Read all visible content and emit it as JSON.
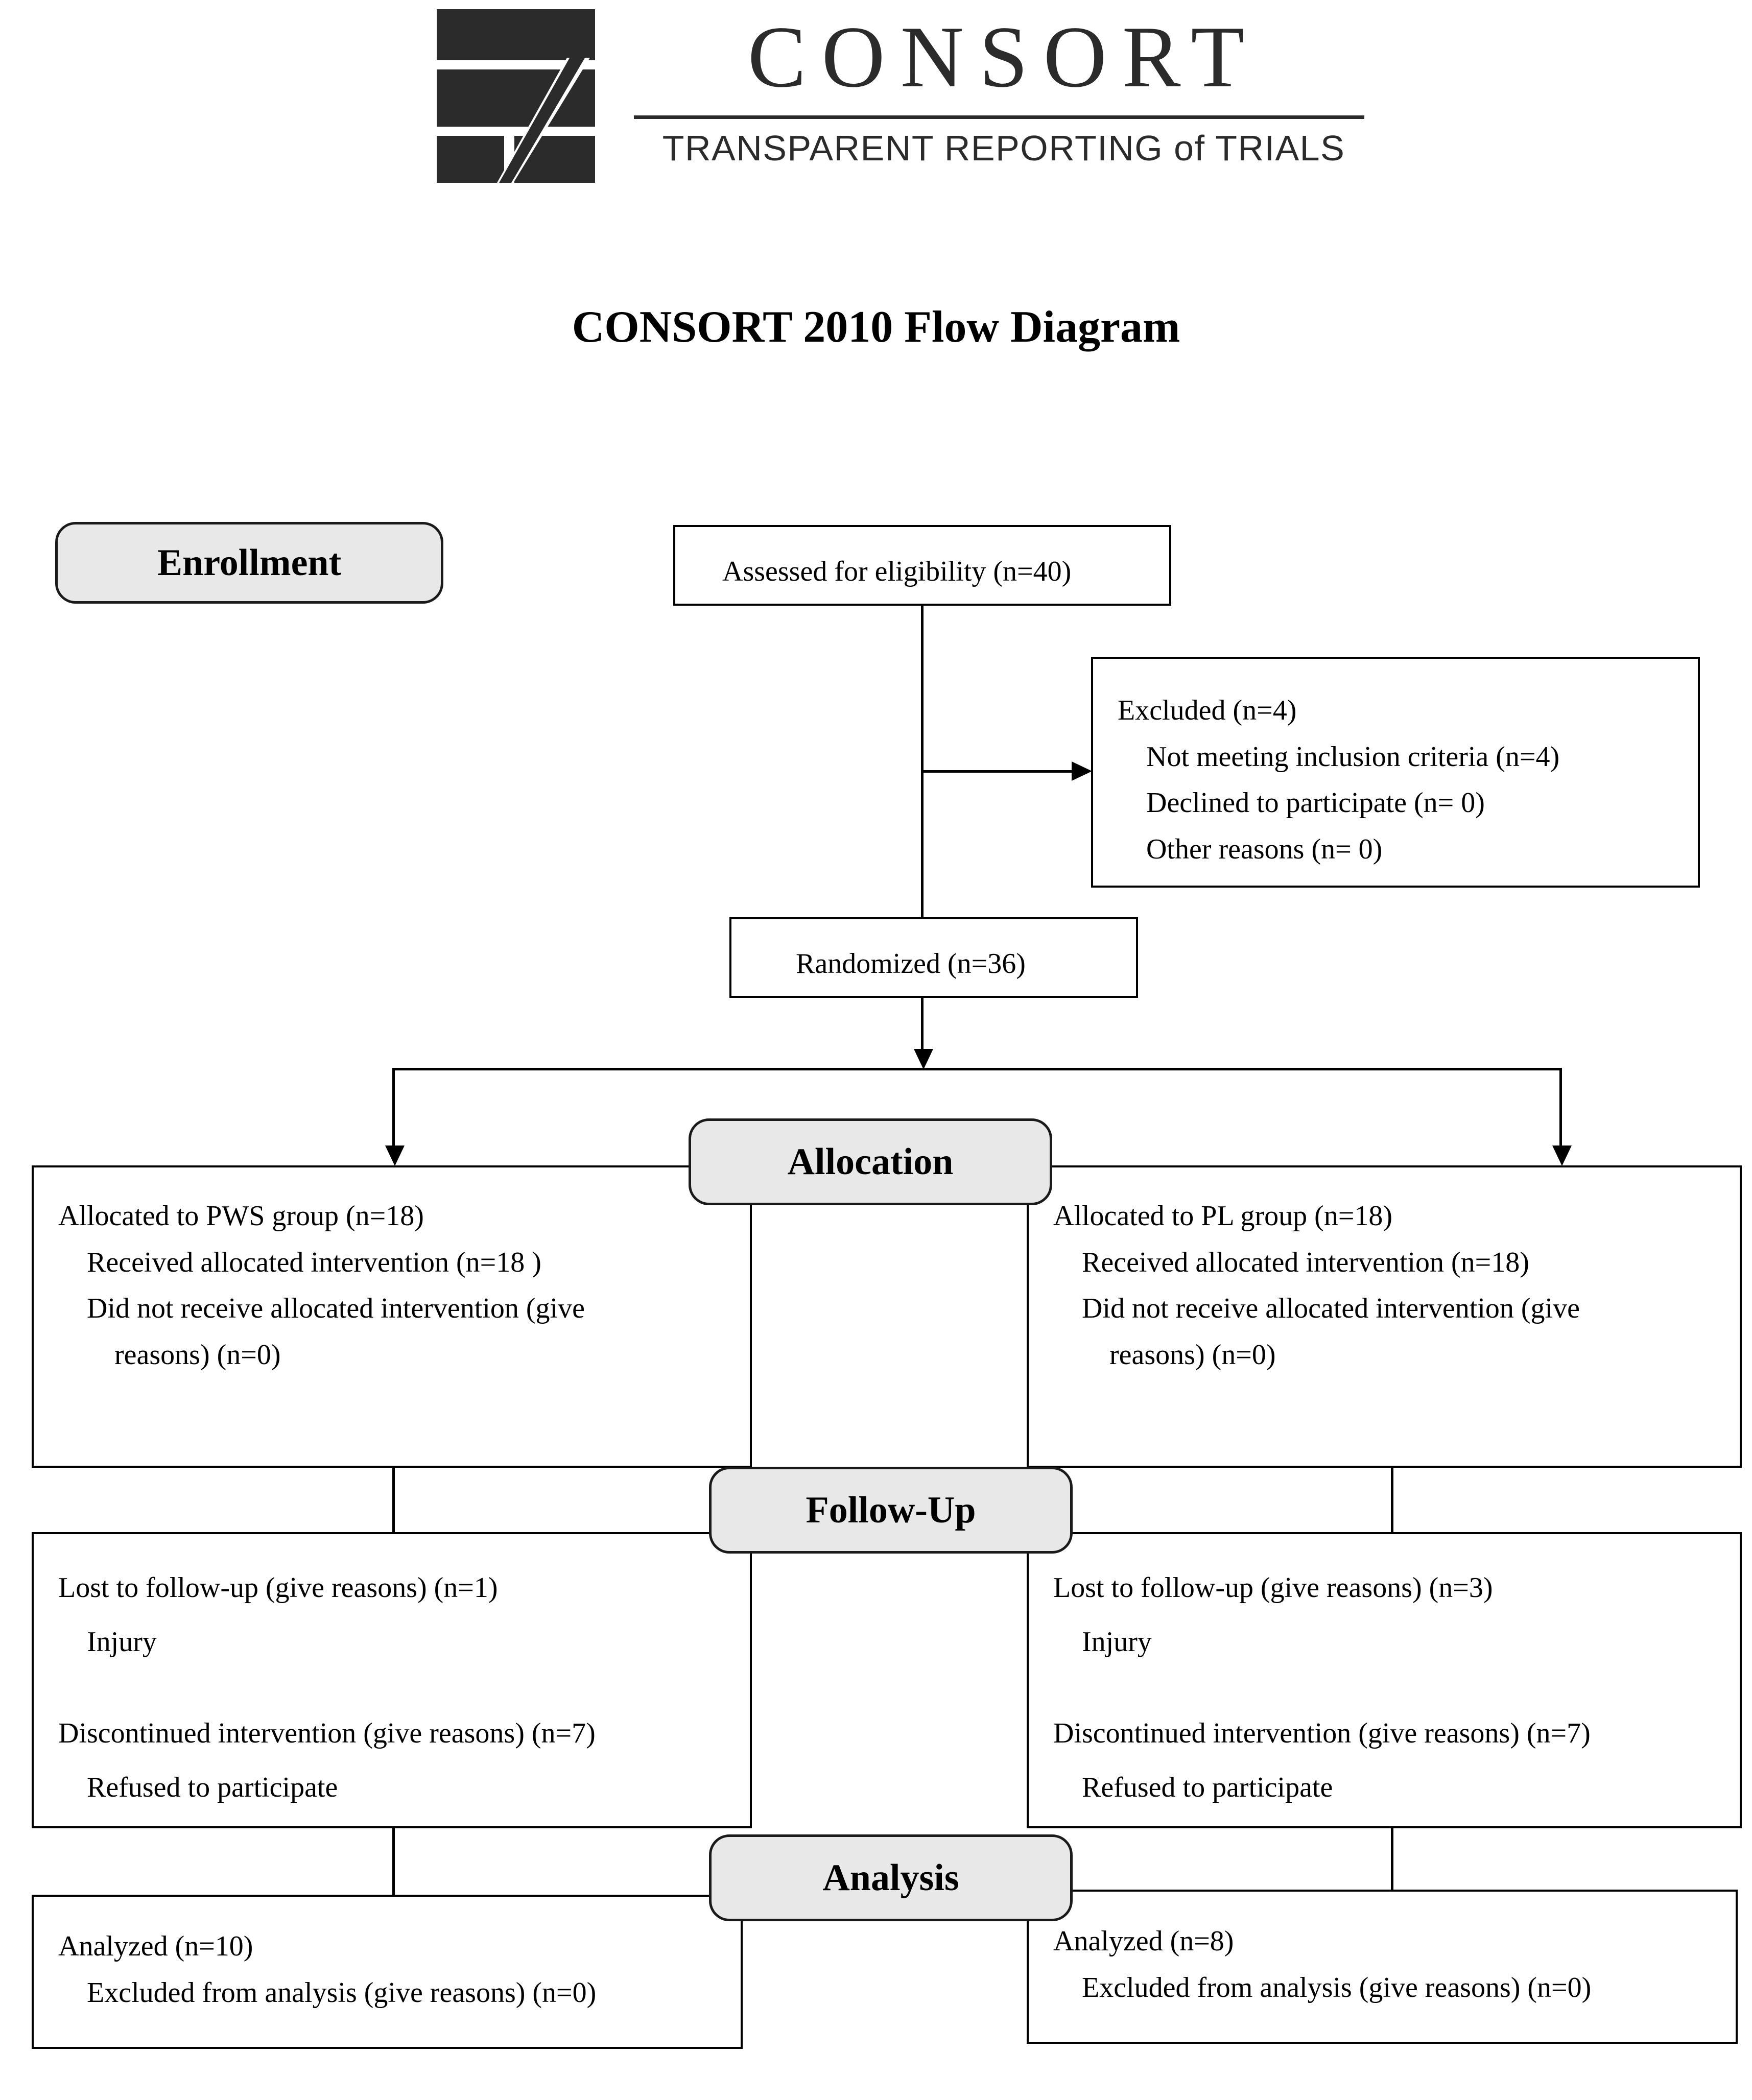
{
  "logo": {
    "wordmark": "CONSORT",
    "tagline_main": "TRANSPARENT REPORTING",
    "tagline_of": "of",
    "tagline_end": "TRIALS",
    "tagline_full": "TRANSPARENT REPORTING of TRIALS"
  },
  "title": "CONSORT 2010 Flow Diagram",
  "stages": {
    "enrollment": "Enrollment",
    "allocation": "Allocation",
    "followup": "Follow-Up",
    "analysis": "Analysis"
  },
  "enrollment": {
    "assessed": "Assessed for eligibility (n=40)",
    "excluded_title": "Excluded (n=4)",
    "excluded_reason_1": "Not meeting inclusion criteria (n=4)",
    "excluded_reason_2": "Declined to participate (n= 0)",
    "excluded_reason_3": "Other reasons (n= 0)",
    "randomized": "Randomized (n=36)"
  },
  "allocation": {
    "left": {
      "line1": "Allocated to PWS group (n=18)",
      "line2": "Received allocated intervention (n=18  )",
      "line3": "Did not receive allocated intervention (give",
      "line4": "reasons) (n=0)"
    },
    "right": {
      "line1": "Allocated to PL group (n=18)",
      "line2": "Received allocated intervention (n=18)",
      "line3": "Did not receive allocated intervention (give",
      "line4": "reasons) (n=0)"
    }
  },
  "followup": {
    "left": {
      "line1": "Lost to follow-up (give reasons) (n=1)",
      "line2": "Injury",
      "line3": "Discontinued intervention (give reasons) (n=7)",
      "line4": "Refused to participate"
    },
    "right": {
      "line1": "Lost to follow-up (give reasons) (n=3)",
      "line2": "Injury",
      "line3": "Discontinued intervention (give reasons) (n=7)",
      "line4": "Refused to participate"
    }
  },
  "analysis": {
    "left": {
      "line1": "Analyzed (n=10)",
      "line2": "Excluded from analysis (give reasons) (n=0)"
    },
    "right": {
      "line1": "Analyzed (n=8)",
      "line2": "Excluded from analysis (give reasons) (n=0)"
    }
  },
  "chart_data": {
    "type": "diagram",
    "title": "CONSORT 2010 Flow Diagram",
    "nodes": [
      {
        "id": "assessed",
        "stage": "Enrollment",
        "label": "Assessed for eligibility (n=40)",
        "n": 40
      },
      {
        "id": "excluded",
        "stage": "Enrollment",
        "label": "Excluded (n=4)",
        "n": 4,
        "reasons": [
          {
            "label": "Not meeting inclusion criteria",
            "n": 4
          },
          {
            "label": "Declined to participate",
            "n": 0
          },
          {
            "label": "Other reasons",
            "n": 0
          }
        ]
      },
      {
        "id": "randomized",
        "stage": "Enrollment",
        "label": "Randomized (n=36)",
        "n": 36
      },
      {
        "id": "alloc-pws",
        "stage": "Allocation",
        "group": "PWS",
        "allocated": 18,
        "received": 18,
        "not_received": 0
      },
      {
        "id": "alloc-pl",
        "stage": "Allocation",
        "group": "PL",
        "allocated": 18,
        "received": 18,
        "not_received": 0
      },
      {
        "id": "follow-pws",
        "stage": "Follow-Up",
        "group": "PWS",
        "lost_to_followup": 1,
        "lost_reason": "Injury",
        "discontinued": 7,
        "discontinued_reason": "Refused to participate"
      },
      {
        "id": "follow-pl",
        "stage": "Follow-Up",
        "group": "PL",
        "lost_to_followup": 3,
        "lost_reason": "Injury",
        "discontinued": 7,
        "discontinued_reason": "Refused to participate"
      },
      {
        "id": "analysis-pws",
        "stage": "Analysis",
        "group": "PWS",
        "analyzed": 10,
        "excluded_from_analysis": 0
      },
      {
        "id": "analysis-pl",
        "stage": "Analysis",
        "group": "PL",
        "analyzed": 8,
        "excluded_from_analysis": 0
      }
    ],
    "edges": [
      {
        "from": "assessed",
        "to": "excluded"
      },
      {
        "from": "assessed",
        "to": "randomized"
      },
      {
        "from": "randomized",
        "to": "alloc-pws"
      },
      {
        "from": "randomized",
        "to": "alloc-pl"
      },
      {
        "from": "alloc-pws",
        "to": "follow-pws"
      },
      {
        "from": "alloc-pl",
        "to": "follow-pl"
      },
      {
        "from": "follow-pws",
        "to": "analysis-pws"
      },
      {
        "from": "follow-pl",
        "to": "analysis-pl"
      }
    ]
  }
}
